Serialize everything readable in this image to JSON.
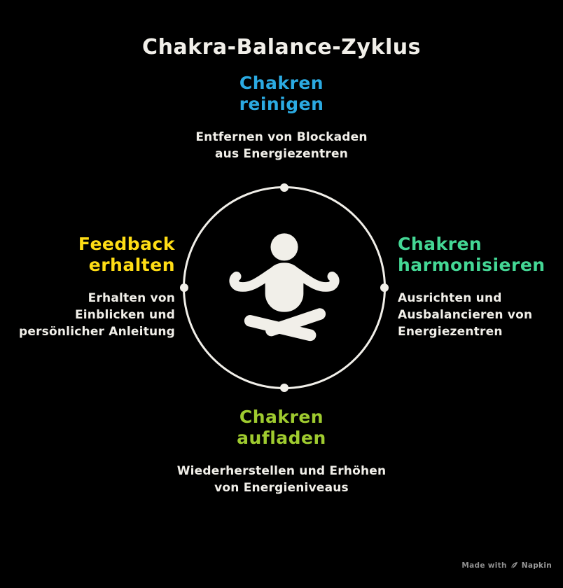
{
  "title": "Chakra-Balance-Zyklus",
  "colors": {
    "background": "#000000",
    "text": "#F1EFE9",
    "circle": "#F1EFE9",
    "watermark": "#8E8E8E"
  },
  "cycle": {
    "center_icon": "meditation-person-icon",
    "steps": [
      {
        "id": "chakren-reinigen",
        "position": "top",
        "color": "#2BAAE2",
        "title_lines": [
          "Chakren",
          "reinigen"
        ],
        "desc_lines": [
          "Entfernen von Blockaden",
          "aus Energiezentren"
        ]
      },
      {
        "id": "chakren-harmonisieren",
        "position": "right",
        "color": "#44D795",
        "title_lines": [
          "Chakren",
          "harmonisieren"
        ],
        "desc_lines": [
          "Ausrichten und",
          "Ausbalancieren von",
          "Energiezentren"
        ]
      },
      {
        "id": "chakren-aufladen",
        "position": "bottom",
        "color": "#9FCB2F",
        "title_lines": [
          "Chakren",
          "aufladen"
        ],
        "desc_lines": [
          "Wiederherstellen und Erhöhen",
          "von Energieniveaus"
        ]
      },
      {
        "id": "feedback-erhalten",
        "position": "left",
        "color": "#FFDD15",
        "title_lines": [
          "Feedback",
          "erhalten"
        ],
        "desc_lines": [
          "Erhalten von",
          "Einblicken und",
          "persönlicher Anleitung"
        ]
      }
    ]
  },
  "watermark": {
    "prefix": "Made with",
    "brand": "Napkin"
  }
}
